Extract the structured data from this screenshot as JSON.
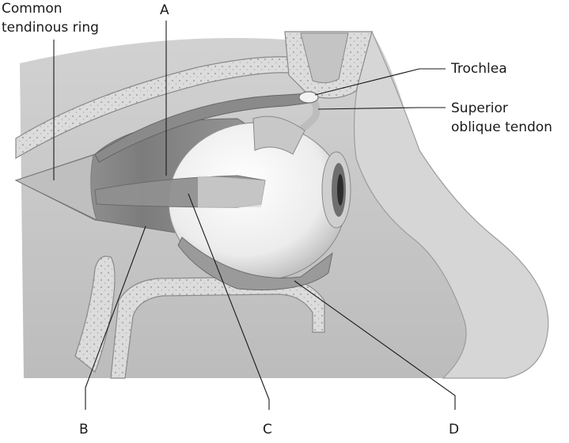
{
  "labels": {
    "common_tendinous_ring_line1": "Common",
    "common_tendinous_ring_line2": "tendinous ring",
    "trochlea": "Trochlea",
    "superior_oblique_tendon_line1": "Superior",
    "superior_oblique_tendon_line2": "oblique tendon",
    "a": "A",
    "b": "B",
    "c": "C",
    "d": "D"
  },
  "colors": {
    "bone": "#dcdcdc",
    "bone_marrow": "#b5b5b5",
    "soft_tissue": "#c9c9c9",
    "muscle": "#8f8f8f",
    "eyeball": "#f4f4f4",
    "iris": "#6e6e6e",
    "leader_line": "#1a1a1a"
  }
}
